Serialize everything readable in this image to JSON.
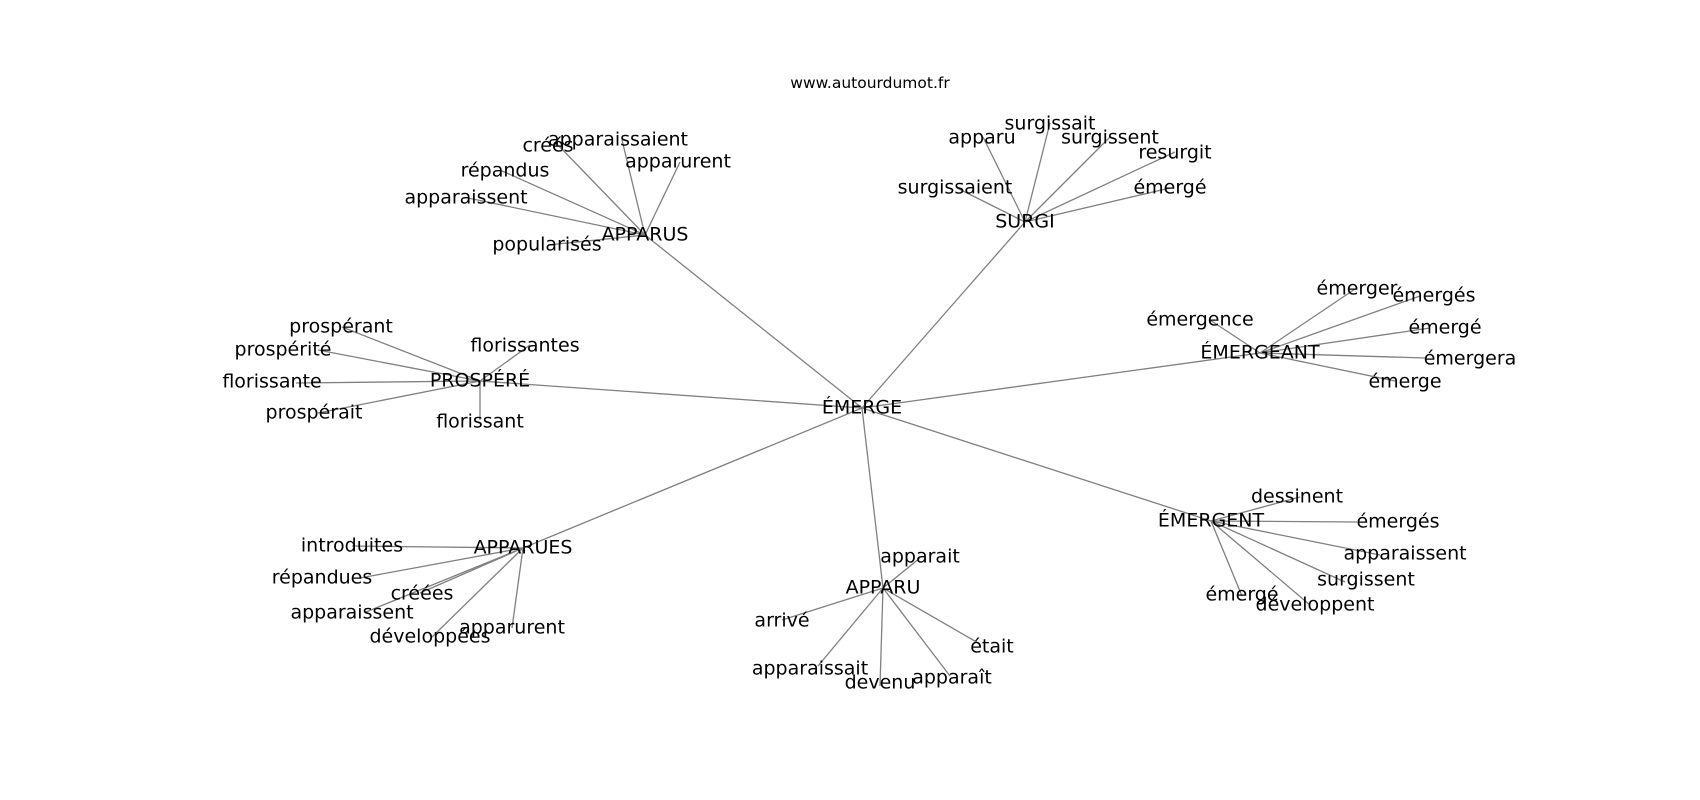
{
  "site": "www.autourdumot.fr",
  "center": "ÉMERGE",
  "clusters": [
    {
      "hub": "APPARUS",
      "leaves": [
        "créés",
        "apparaissaient",
        "répandus",
        "apparurent",
        "apparaissent",
        "popularisés"
      ]
    },
    {
      "hub": "SURGI",
      "leaves": [
        "apparu",
        "surgissait",
        "surgissent",
        "resurgit",
        "surgissaient",
        "émergé"
      ]
    },
    {
      "hub": "ÉMERGEANT",
      "leaves": [
        "émerger",
        "émergés",
        "émergence",
        "émergé",
        "émergera",
        "émerge"
      ]
    },
    {
      "hub": "PROSPÉRÉ",
      "leaves": [
        "prospérant",
        "prospérité",
        "florissantes",
        "florissante",
        "prospérait",
        "florissant"
      ]
    },
    {
      "hub": "ÉMERGENT",
      "leaves": [
        "dessinent",
        "émergés",
        "apparaissent",
        "surgissent",
        "émergé",
        "développent"
      ]
    },
    {
      "hub": "APPARUES",
      "leaves": [
        "introduites",
        "répandues",
        "créées",
        "apparaissent",
        "développées",
        "apparurent"
      ]
    },
    {
      "hub": "APPARU",
      "leaves": [
        "apparait",
        "arrivé",
        "était",
        "apparaissait",
        "apparaît",
        "devenu"
      ]
    }
  ]
}
